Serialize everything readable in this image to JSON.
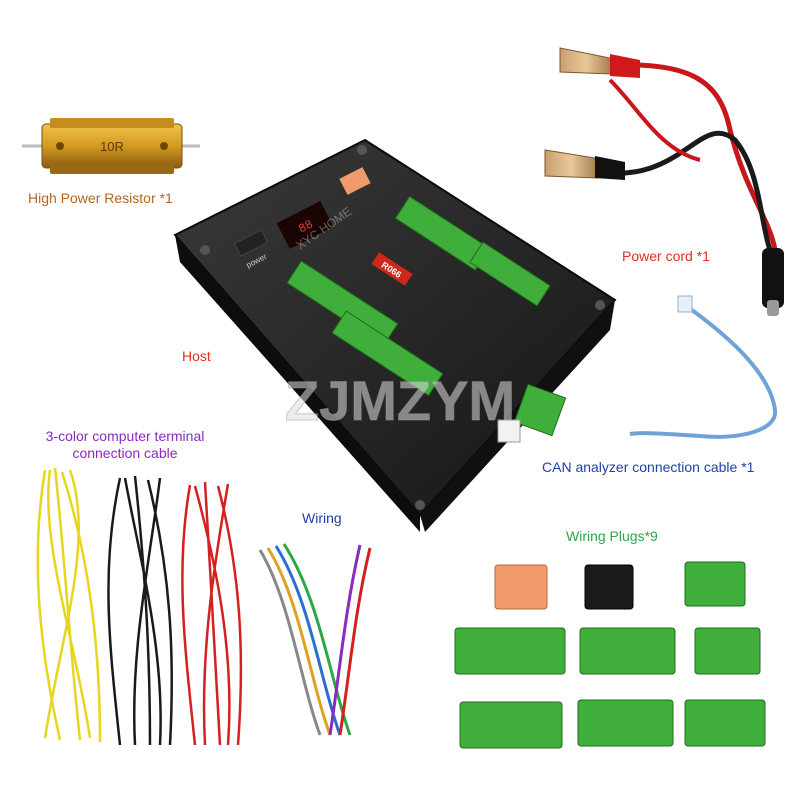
{
  "labels": {
    "resistor": "High Power Resistor *1",
    "power_cord": "Power cord *1",
    "host": "Host",
    "terminal_cable_line1": "3-color computer terminal",
    "terminal_cable_line2": "connection cable",
    "wiring": "Wiring",
    "can_cable": "CAN analyzer connection cable *1",
    "plugs": "Wiring Plugs*9"
  },
  "device": {
    "badge": "R066",
    "power_label": "power",
    "resistor_marking": "10R"
  },
  "watermark": {
    "brand": "ZJMZYM",
    "tag": "XYC HOME"
  },
  "colors": {
    "resistor_label": "#b5651d",
    "power_cord_label": "#e0301e",
    "host_label": "#e0301e",
    "terminal_label": "#8a2bbf",
    "wiring_label": "#1f3fa8",
    "can_label": "#1f3fa8",
    "plugs_label": "#2aa845",
    "terminal_green": "#3fae3a",
    "wire_yellow": "#e8d51e",
    "wire_black": "#1a1a1a",
    "wire_red": "#d42020"
  }
}
